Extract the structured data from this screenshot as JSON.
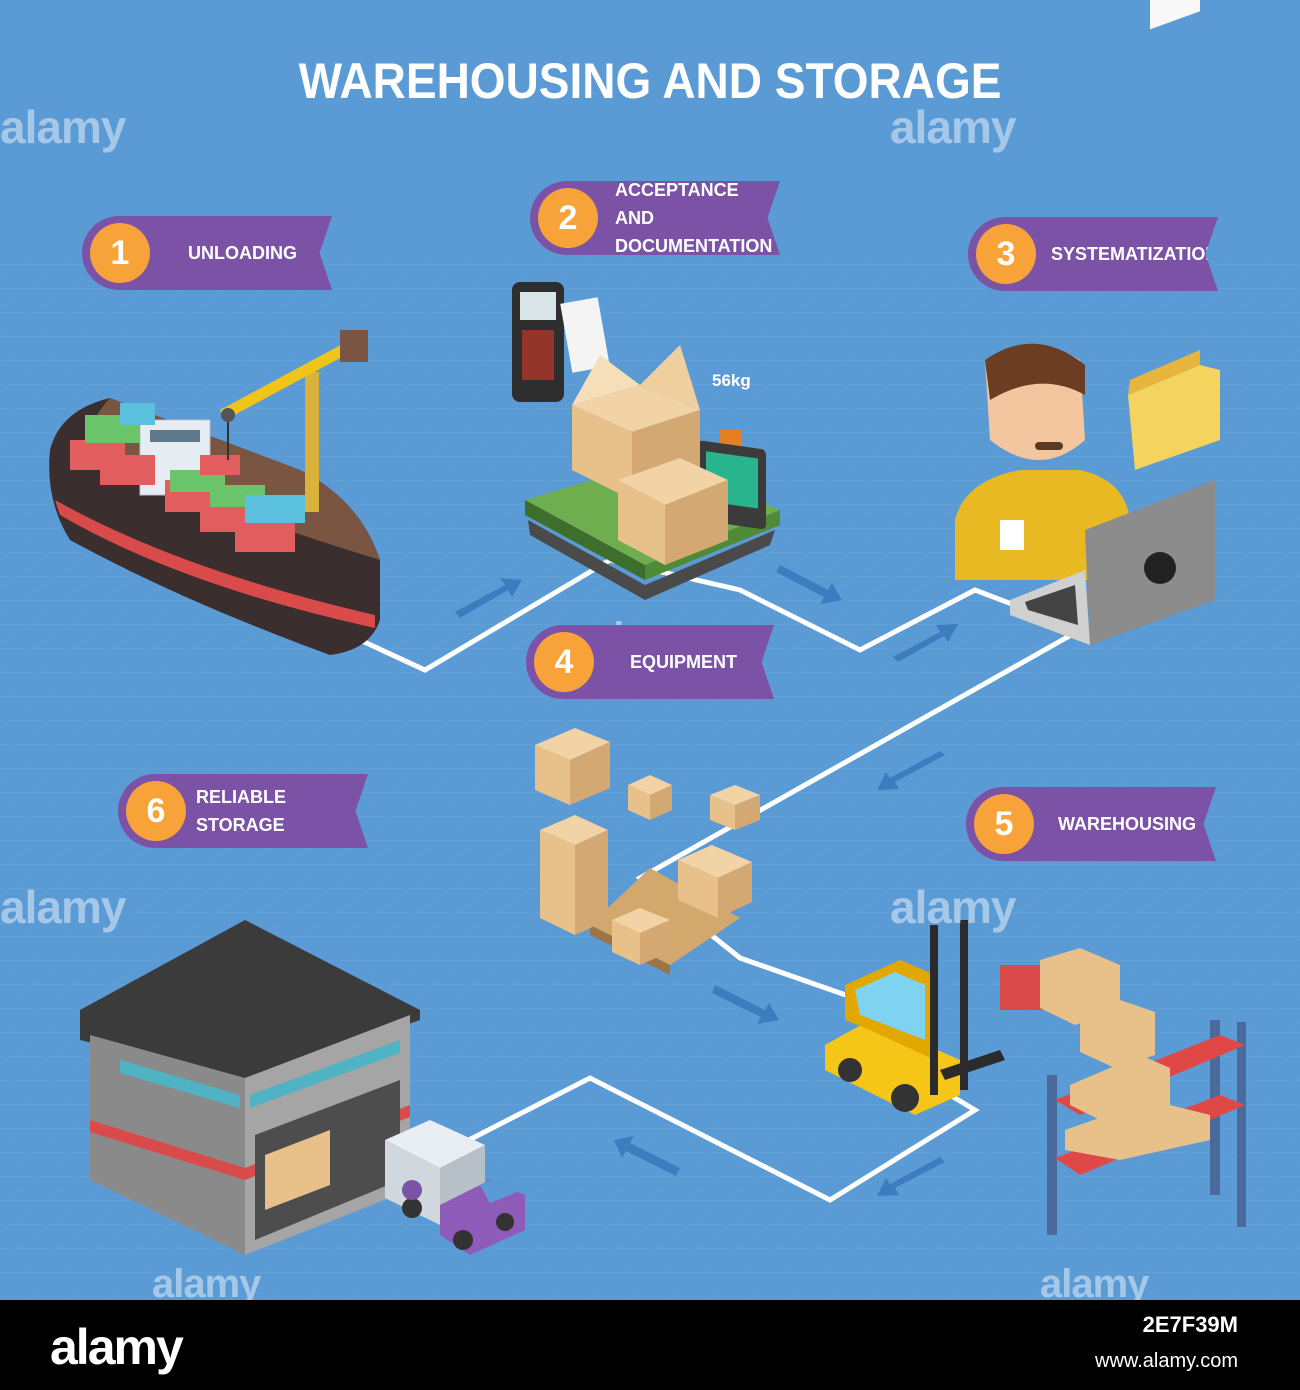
{
  "title": "WAREHOUSING AND STORAGE",
  "steps": [
    {
      "number": "1",
      "label": "UNLOADING"
    },
    {
      "number": "2",
      "label_line1": "ACCEPTANCE AND",
      "label_line2": "DOCUMENTATION"
    },
    {
      "number": "3",
      "label": "SYSTEMATIZATION"
    },
    {
      "number": "4",
      "label": "EQUIPMENT"
    },
    {
      "number": "5",
      "label": "WAREHOUSING"
    },
    {
      "number": "6",
      "label": "RELIABLE STORAGE"
    }
  ],
  "scale_readout": "56kg",
  "watermark": "alamy",
  "footer": {
    "logo": "alamy",
    "image_id": "2E7F39M",
    "url": "www.alamy.com"
  },
  "colors": {
    "background": "#5b9bd5",
    "banner": "#7b52a5",
    "number_circle": "#f7a339",
    "path_line": "#ffffff",
    "flow_arrow": "#3e7cc0"
  },
  "icons": [
    "cargo-ship-icon",
    "crane-icon",
    "barcode-scanner-icon",
    "parcel-scale-icon",
    "worker-avatar-icon",
    "folder-icon",
    "laptop-icon",
    "boxes-pallet-icon",
    "forklift-icon",
    "storage-rack-icon",
    "warehouse-building-icon",
    "delivery-truck-icon"
  ]
}
